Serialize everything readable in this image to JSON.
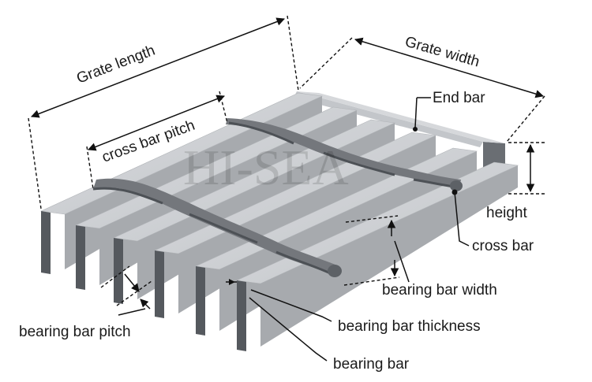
{
  "watermark": "HI-SEA",
  "labels": {
    "grate_length": "Grate length",
    "grate_width": "Grate width",
    "end_bar": "End bar",
    "cross_bar_pitch": "cross bar pitch",
    "height": "height",
    "cross_bar": "cross bar",
    "bearing_bar_width": "bearing bar width",
    "bearing_bar_pitch": "bearing bar pitch",
    "bearing_bar_thickness": "bearing bar thickness",
    "bearing_bar": "bearing bar"
  },
  "colors": {
    "bar_top": "#cfd1d4",
    "bar_front": "#8c8f94",
    "bar_dark": "#55595e",
    "twisted_bar": "#6d7076",
    "line": "#111111"
  }
}
